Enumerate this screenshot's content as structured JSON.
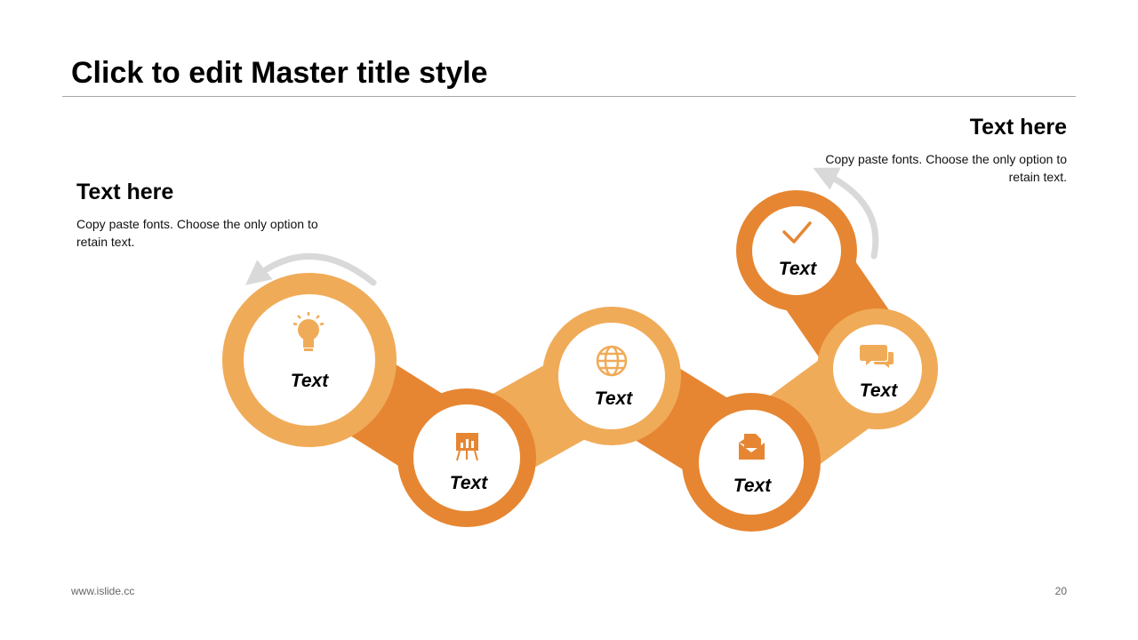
{
  "slide": {
    "title": "Click to edit Master title style",
    "footer_url": "www.islide.cc",
    "page_number": "20"
  },
  "blocks": {
    "left": {
      "heading": "Text here",
      "body": "Copy paste fonts. Choose the only option to retain text."
    },
    "right": {
      "heading": "Text here",
      "body": "Copy paste fonts. Choose the only option to retain text."
    }
  },
  "colors": {
    "orange_light": "#F0AB58",
    "orange_dark": "#E68632",
    "arrow_gray": "#D9D9D9",
    "rule_gray": "#A6A6A6"
  },
  "diagram": {
    "nodes": [
      {
        "label": "Text",
        "icon": "lightbulb-icon"
      },
      {
        "label": "Text",
        "icon": "presentation-chart-icon"
      },
      {
        "label": "Text",
        "icon": "globe-icon"
      },
      {
        "label": "Text",
        "icon": "envelope-document-icon"
      },
      {
        "label": "Text",
        "icon": "chat-bubbles-icon"
      },
      {
        "label": "Text",
        "icon": "checkmark-icon"
      }
    ]
  }
}
